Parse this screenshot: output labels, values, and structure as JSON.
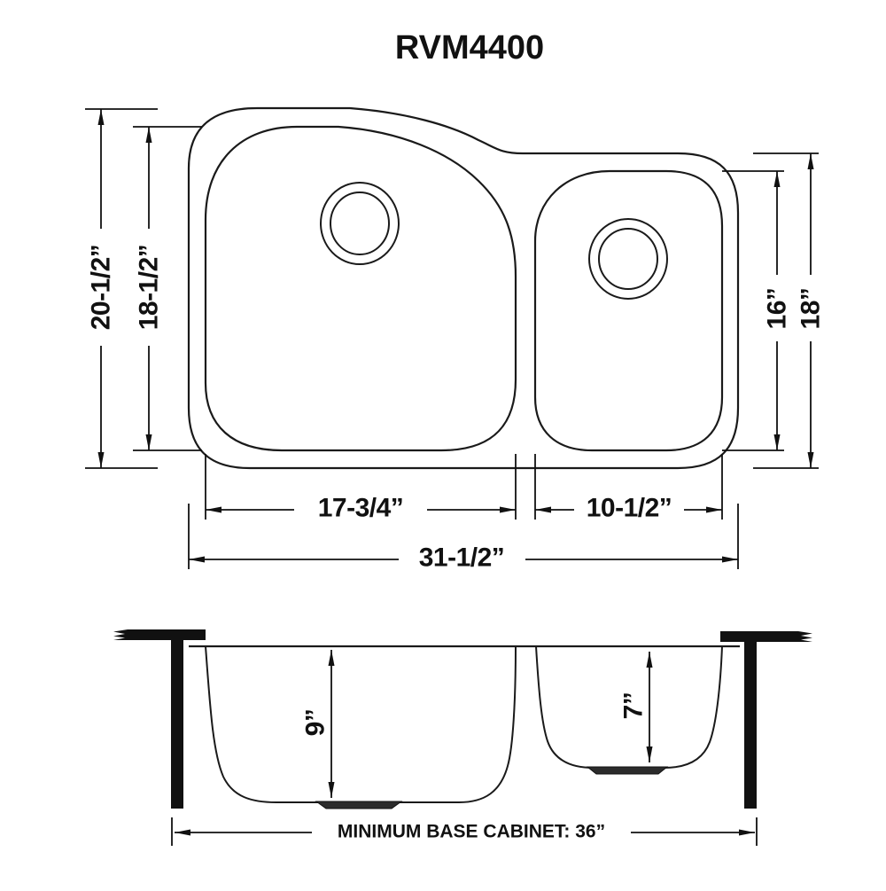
{
  "title": "RVM4400",
  "colors": {
    "line": "#1a1a1a",
    "background": "#ffffff"
  },
  "top_view": {
    "height_outer": "20-1/2”",
    "height_inner": "18-1/2”",
    "right_inner": "16”",
    "right_outer": "18”",
    "left_bowl_width": "17-3/4”",
    "right_bowl_width": "10-1/2”",
    "overall_width": "31-1/2”"
  },
  "side_view": {
    "left_bowl_depth": "9”",
    "right_bowl_depth": "7”",
    "cabinet_note": "MINIMUM BASE CABINET: 36”"
  }
}
